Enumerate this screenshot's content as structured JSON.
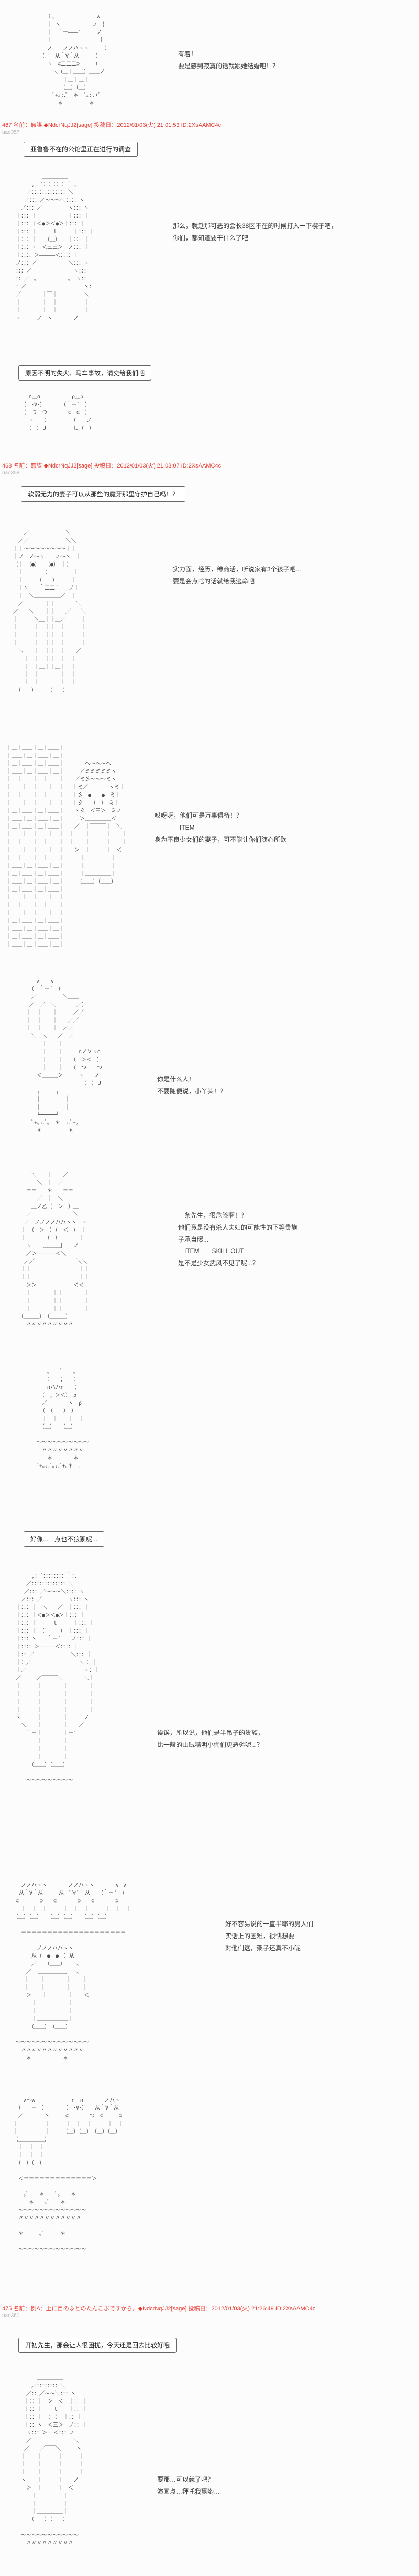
{
  "intro": {
    "side_text": "有着！\n要是感到寂寞的话就跟她结婚吧！？"
  },
  "post467": {
    "header": "467 名前：無謀 ◆NdcrNqJJ2[sage] 投稿日：2012/01/03(火) 21:01:53 ID:2XsAAMC4c",
    "watermark": "uao357",
    "bubble_survey": "亚鲁鲁不在的公馆里正在进行的调查",
    "order_text": "那么，就趁那可恶的会长38区不在的时候打入一下楔子吧，\n你们，都知道要干什么了吧",
    "bubble_accidents": "原因不明的失火、马车事故，请交给我们吧"
  },
  "post468": {
    "header": "468 名前：無謀 ◆NdcrNqJJ2[sage] 投稿日：2012/01/03(火) 21:03:07 ID:2XsAAMC4c",
    "watermark": "uao358",
    "bubble_wife": "软弱无力的妻子可以从那些的魔牙那里守护自己吗！？",
    "profile_text": "实力面，经历，绅商活，听说家有3个孩子吧...\n要是会点啥的话就给我逃命吧",
    "scene_text_item": "哎呀呀，他们可是万事俱备！？\n　　　　ITEM\n身为不良少女们的妻子，可不能让你们随心所欲",
    "scene_text_who": "你是什么人！\n不要随便说，小丫头！？",
    "scene_text_trap": "一条先生，很危险啊！？\n他们竟是没有杀人夫妇的可能性的下等贵族\n子承自曝...\n　ITEM　　SKILL OUT\n是不是少女武风不见了呢...？",
    "bubble_calm": "好像...一点也不狼狈呢...",
    "noble_text": "诶诶，所以说，他们是半吊子的贵族，\n比一般的山贼精明小偷们更恶劣呢...？",
    "men_text": "好不容易说的一直半耶的男人们\n实话上的困难，很快想要\n对他们这，架子还真不小呢"
  },
  "post475": {
    "header": "475 名前：例A：上に目のふとのたんこぶですから。◆NdcrNqJJ2[sage] 投稿日：2012/01/03(火) 21:26:49 ID:2XsAAMC4c",
    "watermark": "uao361",
    "bubble_leave": "开初先生，那会让人很困扰，今天还是回去比较好哦",
    "end_text": "要那…可以就了吧？\n演画点…拜托我赢哟…"
  },
  "aa": {
    "top": "　　ｉ、　　　　　　　　∧\n　　｜ ヽ　　　　　　ノ　｝\n　　｜　｀ー―――´　　　ノ\n　　｜　　　　　　　　　｛\n　　ノ　　ノノハヽヽ　　　）\n　（　　从＾∀＾从　　　（\n　　ヽ　⊂二二二⊃　　　）\n　　　＼（＿｜＿＿）＿＿ノ\n　　　　　｜＿｜＿｜\n　　　　　（＿）（＿）\n　　　ﾟ+｡:.ﾟ　＊　ﾟ｡:.+ﾟ\n　　　　＊　　　　　＊",
    "man": "　　　　　＿＿＿＿＿\n　　　,：´：：：：：：：：｀：、\n　　／：：：：：：：：：：：：：＼\n　 ／：：：／～～～＼：：：：ヽ\n　／：：：／　　　　　ヽ：：：ヽ\n｜：：：｜　＿　　＿　｜：：：｜\n｜：：：｜＜●＞＜●＞｜：：：｜\n｜：：：｜　　　ｌ　　　｜：：：｜\n｜：：：｜　　（＿）　　｜：：：｜\n｜：：：ヽ　＜三三＞　ノ：：：｜\n｜：：：：＞―――――＜：：：：｜\nノ：：：／　　　　　　＼：：：ヽ\n：：：／　　　　　　　　ヽ：：：\n：：／　｡　　　　　　｡　ヽ：：\n：／　　　　　　　　　　　ヽ：\n／　　　　｜￣｜　　　　　＼\n｜　　　　｜　｜　　　　　｜\n｜　　　　｜　｜　　　　　｜\nヽ＿＿＿ノ　ヽ＿＿＿＿ノ",
    "pair": "　　∩＿∩　　　　　　ρ＿ρ\n　（　･∀･）　　　　（｀ー´　）\n　（　つ　つ　　　　⊂　⊂　）\n　　ヽ　　）　　　　　（　　ノ\n　　（＿）Ｊ　　　　　し（＿）",
    "hat": "　　　＿＿＿＿＿＿＿\n　　／＿＿＿＿＿＿＿＼\n　／／　　　　　　　＼＼\n｜｜～～～～～～～～｜｜\n｜ノ　ノ～ヽ　　ノ～ヽ　｜\n（｜　（●）　　（●）　｜）\n　｜　　　　（　　　　　｜\n　｜　　　（＿＿）　　　｜\n　｜ヽ　　｀二二´　　ノ｜\n　｜　＼＿＿＿＿＿／　｜\n　／￣　　　｜｜　　　￣＼\n／　　＼　　｜｜　　／　　＼\n｜　　　＼＿｜｜＿／　　　｜\n｜　　　｜　｜｜　｜　　　｜\n｜　　　｜　｜｜　｜　　　｜\n｜　　　｜　｜｜　｜　　　｜\n　＼　　｜　｜｜　｜　　／\n　　｜　｜　｜｜　｜　｜\n　　｜　｜＿｜｜＿｜　｜\n　　｜　｜　　　　｜　｜\n　　｜　｜　　　　｜　｜\n　（＿＿）　　　（＿＿）",
    "wall": "｜＿｜＿＿｜＿｜＿＿｜\n｜＿＿｜＿｜＿＿｜＿｜\n｜＿｜＿＿｜＿｜＿＿｜　　　　ヘ～ヘ～ヘ\n｜＿＿｜＿｜＿＿｜＿｜　　　／ミミミミミヽ\n｜＿｜＿＿｜＿｜＿＿｜　　／ミ彡～～～ミヽ\n｜＿＿｜＿｜＿＿｜＿｜　 ｜ミ／　　　　ヽミ｜\n｜＿｜＿＿｜＿｜＿＿｜　 ｜彡　●　　●　ミ｜\n｜＿＿｜＿｜＿＿｜＿｜　 ｜彡　　（＿）　ミ｜\n｜＿｜＿＿｜＿｜＿＿｜　　ヽ彡　＜三＞　ミノ\n｜＿＿｜＿｜＿＿｜＿｜　　　＞＿＿＿＿＿＜\n｜＿｜＿＿｜＿｜＿＿｜　　／　｜￣￣￣｜　＼\n｜＿＿｜＿｜＿＿｜＿｜　｜　　｜　　　｜　　｜\n｜＿｜＿＿｜＿｜＿＿｜　｜　　｜　　　｜　　｜\n｜＿＿｜＿｜＿＿｜＿｜　　＞＿｜＿＿＿｜＿＜\n｜＿｜＿＿｜＿｜＿＿｜　　　｜　　　　　｜\n｜＿＿｜＿｜＿＿｜＿｜　　　｜　　　　　｜\n｜＿｜＿＿｜＿｜＿＿｜　　　｜＿＿＿＿＿｜\n｜＿＿｜＿｜＿＿｜＿｜　　　（＿＿）（＿＿）\n｜＿｜＿＿｜＿｜＿＿｜\n｜＿＿｜＿｜＿＿｜＿｜\n｜＿｜＿＿｜＿｜＿＿｜\n｜＿＿｜＿｜＿＿｜＿｜\n｜＿｜＿＿｜＿｜＿＿｜\n｜＿＿｜＿｜＿＿｜＿｜\n｜＿｜＿＿｜＿｜＿＿｜\n｜＿＿｜＿｜＿＿｜＿｜",
    "wall2": "　　　∧＿＿∧\n　　（　｀ー´　）\n　　／　　　　　＼＿＿\n　 ／　／￣＼　　　　／）\n　｜　｜　　｜　　　／／\n　｜　｜　　｜　　／／\n　｜　｜　　｜　／／\n　　＼＿＼　　／＿／\n　　　　｜　　｜\n　　　　｜　　｜　　　∩ノＶヽ∩\n　　　　｜　　｜　　（　＞＜　）\n　　　　｜　　｜　　（　つ　　つ\n　　　＜＿＿＿＞　　　ヽ　　ノ\n　　　　　　　　　　　　（＿）Ｊ\n　　　┌─────┐\n　　　│　　　　　│\n　　　│　　　　　│\n　　　└─────┘\n　　ﾟ+｡:.ﾟ｡　＊　:.ﾟ+｡\n　　　＊　　　　　＊",
    "scene2a": "　　　＼　　｜　　／\n　　　　＼　｜　／\n　　＝＝　　＊　　＝＝\n　　　　／　｜　＼\n　　　＿ノ乙（　ン　）＿\n　　／　　　　　　　　＼\n　 ／　ノノノノハハヽヽ　ヽ\n　｜　（　＞　）（　＜　）　｜\n　｜　　　　（＿）　　　　｜\n　　ヽ　　［＿＿＿］　　ノ\n　　／＞――――――＜＼\n　 ／／　　　　　　　　＼＼\n　｜｜　　　　　　　　　｜｜\n　｜｜　　　　　　　　　｜｜\n　　＞＞＿＿＿＿＿＿＿＜＜\n　　｜　　　　｜｜　　　　｜\n　　｜　　　　｜｜　　　　｜\n　　｜　　　　｜｜　　　　｜\n　（＿＿＿）　（＿＿＿）\n　　〃〃〃〃〃〃〃〃〃",
    "scene2b": "　　　｡　　ﾟ　　｡\n　　　：　　；　　：\n　　　∩ハハ∩　　；\n　　（　；＞＜）　ρ\n　　／　　　　ヽ　ρ\n　 （　（　　）　）\n　　｜　｜　　｜　｜\n　　（＿）　　（＿）\n　　　　　　　　　　\n　～～～～～～～～～～\n　　〃〃〃〃〃〃〃〃\n　　　＊　　　　＊\n　ﾟ+｡:.ﾟ｡:.ﾟ+｡＊　｡\n　　　　　　　　　　",
    "longhair2": "　　　　　＿＿＿＿＿\n　　　,：´：：：：：：：：｀：、\n　　／：：：：：：：：：：：：：＼\n　 ／：：：／～～～＼：：：：ヽ\n　／：：：／　　　　　ヽ：：：ヽ\n｜：：：｜　＼　　／　｜：：：｜\n｜：：：｜＜●＞＜●＞｜：：：｜\n｜：：：｜　　　ｌ　　　｜：：：｜\n｜：：：｜　（＿＿＿）　｜：：：｜\n｜：：：ヽ　　｀ー´　　ノ：：：｜\n｜：：：：＞―――――＜：：：：｜\n｜：：／　　　　　　　＼：：：｜\n｜：／　　　　　　　　　ヽ：：｜\n｜／　　　　　　　　　　　ヽ：｜\n／　　　／￣￣￣＼　　　　＼｜\n｜　　　｜　　　　｜　　　　｜\n｜　　　｜　　　　｜　　　　｜\n｜　　　｜　　　　｜　　　　｜\n｜　　　｜　　　　｜　　　　｜\nヽ　　　｜　　　　｜　　　ノ\n　＼　　｜　　　　｜　　／\n　　｀ー｜＿＿＿＿｜ー´\n　　　　｜　　　　｜\n　　　　｜　　　　｜\n　　　　｜　　　　｜\n　　　（＿＿）（＿＿）\n　　　　　　　　　　\n　　～～～～～～～～～",
    "scene3a": "　　ノノハヽヽ　　　　ノノハヽヽ　　　　∧＿∧\n　 从＾∀＾从　　　从　ﾟ∀ﾟ　从　　（｀ー´　）\n　⊂　　　　⊃　　⊂　　　　⊃　　⊂　　　　⊃\n　　｜　｜　｜　　　｜　｜　｜　　　｜　｜　｜\n　（＿）（＿）　　（＿）（＿）　　（＿）（＿）\n　　　　　　　　　　　　　　　　　　　　　　\n　　＝＝＝＝＝＝＝＝＝＝＝＝＝＝＝＝＝＝＝＝\n　　　　　　　　　　　　　　　　　　　　　　\n　　　　　ノノノハハヽヽ\n　　　　从（　●＿●　）从\n　　　　／　　（＿＿）　　＼\n　　　／　［＿＿＿＿＿］　＼\n　　 ｜　　｜　　　　｜　　｜\n　　 ｜　　｜　　　　｜　　｜\n　　　＞＿＿｜＿＿＿＿｜＿＿＜\n　　　　｜　　　　　　｜\n　　　　｜　　　　　　｜\n　　　　｜＿＿＿＿＿＿｜\n　　　　（＿＿）　（＿＿）\n　　　　　　　　　　　　\n　～～～～～～～～～～～～～～\n　　〃〃〃〃〃〃〃〃〃〃〃〃\n　　　＊　　　　　　＊\n　　　　　　　　　　　　",
    "scene3b": "　　∧～∧　　　　　　　∩＿∩　　　　ノハヽ\n　（　￣ー￣）　　　　（　･∀･）　　从＾∀＾从\n　／　　　　ヽ　　　⊂　　　　つ　⊂　　　⊃\n｜　　　　　｜　　　｜　｜　｜　　　｜　｜\n｜　　　　　｜　　　（＿）（＿）　（＿）（＿）\n（＿＿＿＿＿）\n　｜　｜　｜\n　｜　｜　｜\n　（＿）（＿）\n　　　　　　　　　　\n　＜＝＝＝＝＝＝＝＝＝＝＝＝＝＞\n　　　　　　　　　　\n　　｡ﾟ　　＊　　ﾟ｡　　＊\n　　　＊　　｡ﾟ　　＊\n　～～～～～～～～～～～～～\n　〃〃〃〃〃〃〃〃〃〃〃〃\n　　　　　　　　　　\n　＊　　　｡ﾟ　　　＊\n　　　　　　　　　　\n　～～～～～～～～～～～～～",
    "bottom": "　　　　＿＿＿＿＿\n　　　／：：：：：：：：＼\n　　／：：／～～＼：：：ヽ\n　 ｜：：｜　＞　＜　｜：：｜\n　 ｜：：｜　　ｌ　　｜：：｜\n　 ｜：：｜　（＿）　｜：：｜\n　 ｜：：ヽ　＜三＞　ノ：：｜\n　　ヽ：：：＞――＜：：：ノ\n　　／　　　　　　　　＼\n　 ／　　／￣￣＼　　　ヽ\n　｜　　｜　　　｜　　　｜\n　｜　　｜　　　｜　　　｜\n　｜　　｜　　　｜　　　｜\n　ヽ　　｜　　　｜　　ノ\n　　＞＿｜＿＿＿｜＿＜\n　　　｜　　　　　｜\n　　　｜　　　　　｜\n　　　｜＿＿＿＿＿｜\n　　　（＿＿）（＿＿）\n　　　　　　　　　　\n　～～～～～～～～～～～\n　　〃〃〃〃〃〃〃〃〃"
  }
}
